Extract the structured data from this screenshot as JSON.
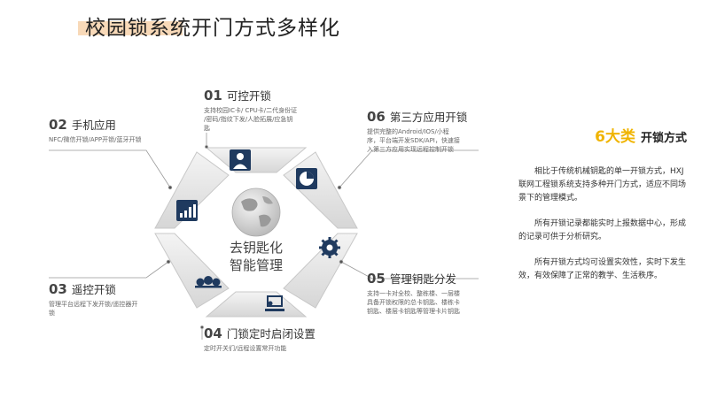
{
  "page": {
    "title": "校园锁系统开门方式多样化"
  },
  "center": {
    "line1": "去钥匙化",
    "line2": "智能管理"
  },
  "items": [
    {
      "num": "01",
      "title": "可控开锁",
      "desc": [
        "支持校园IC卡/ CPU卡/二代身份证",
        "/密码/指纹下发/人脸拓展/应急钥",
        "匙"
      ]
    },
    {
      "num": "02",
      "title": "手机应用",
      "desc": [
        "NFC/微信开锁/APP开锁/蓝牙开锁"
      ]
    },
    {
      "num": "03",
      "title": "遥控开锁",
      "desc": [
        "管理平台远程下发开锁/遥控器开",
        "锁"
      ]
    },
    {
      "num": "04",
      "title": "门锁定时启闭设置",
      "desc": [
        "定时开关们/远程设置常开功能"
      ]
    },
    {
      "num": "05",
      "title": "管理钥匙分发",
      "desc": [
        "支持一卡对全校、整栋楼、一层楼",
        "具备开锁权限的总卡钥匙、楼栋卡",
        "钥匙、楼层卡钥匙等管理卡片钥匙"
      ]
    },
    {
      "num": "06",
      "title": "第三方应用开锁",
      "desc": [
        "提供完整的Android/IOS/小程",
        "序，平台端开发SDK/API，快速接",
        "入第三方应用实现远程控制开锁"
      ]
    }
  ],
  "panel": {
    "highlight_num": "6大类",
    "highlight_text": "开锁方式",
    "paragraphs": [
      "相比于传统机械钥匙的单一开锁方式，HXJ联网工程锁系统支持多种开门方式，适应不同场景下的管理模式。",
      "所有开锁记录都能实时上报数据中心，形成的记录可供于分析研究。",
      "所有开锁方式均可设置实效性，实时下发生效，有效保障了正常的教学、生活秩序。"
    ]
  },
  "icons": [
    "user-icon",
    "pie-chart-icon",
    "gear-icon",
    "presenter-icon",
    "money-bags-icon",
    "bar-chart-icon",
    "globe-icon"
  ],
  "colors": {
    "icon": "#1f3a5f",
    "highlight": "#f0b400",
    "title_bar": "#f8d9b8",
    "segment": "#e2e2e2"
  }
}
